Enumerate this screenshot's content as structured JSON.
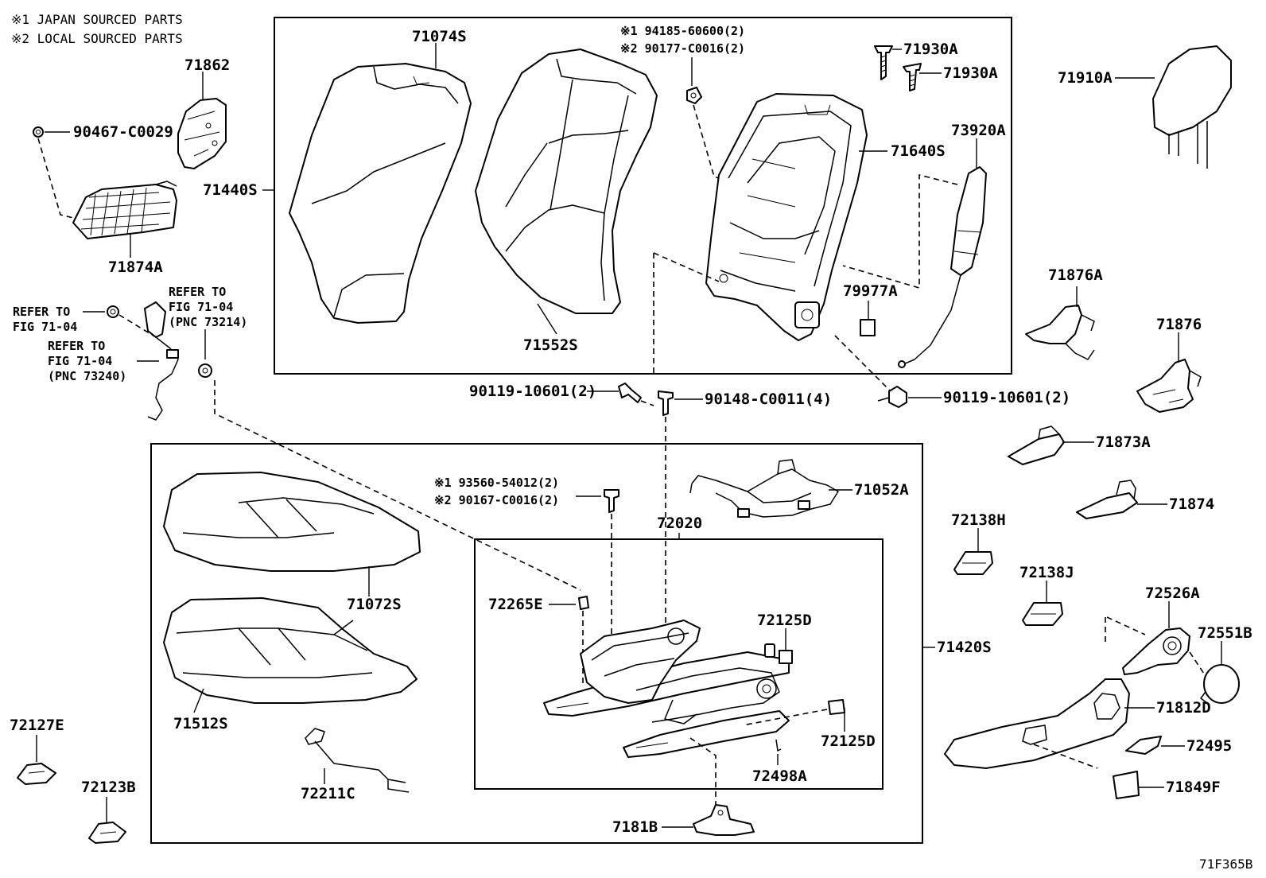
{
  "legend": {
    "note1": "※1 JAPAN SOURCED PARTS",
    "note2": "※2 LOCAL SOURCED PARTS"
  },
  "diagram_code": "71F365B",
  "parts": {
    "p71074S": "71074S",
    "p71862": "71862",
    "p90467": "90467-C0029",
    "p71874A": "71874A",
    "p71440S": "71440S",
    "p71552S": "71552S",
    "p94185": "※1 94185-60600(2)",
    "p90177": "※2 90177-C0016(2)",
    "p71930A_1": "71930A",
    "p71930A_2": "71930A",
    "p71910A": "71910A",
    "p71640S": "71640S",
    "p73920A": "73920A",
    "p79977A": "79977A",
    "p71876A": "71876A",
    "p71876": "71876",
    "p71873A": "71873A",
    "p71874": "71874",
    "p90119_l": "90119-10601(2)",
    "p90148": "90148-C0011(4)",
    "p90119_r": "90119-10601(2)",
    "p93560": "※1 93560-54012(2)",
    "p90167": "※2 90167-C0016(2)",
    "p71052A": "71052A",
    "p72020": "72020",
    "p72138H": "72138H",
    "p72138J": "72138J",
    "p72265E": "72265E",
    "p72125D_1": "72125D",
    "p72125D_2": "72125D",
    "p72526A": "72526A",
    "p72551B": "72551B",
    "p71420S": "71420S",
    "p71072S": "71072S",
    "p71512S": "71512S",
    "p71812D": "71812D",
    "p72495": "72495",
    "p71849F": "71849F",
    "p72127E": "72127E",
    "p72123B": "72123B",
    "p72211C": "72211C",
    "p72498A": "72498A",
    "p7181B": "7181B"
  },
  "refs": {
    "ref1_line1": "REFER TO",
    "ref1_line2": "FIG 71-04",
    "ref2_line1": "REFER TO",
    "ref2_line2": "FIG 71-04",
    "ref2_line3": "(PNC 73214)",
    "ref3_line1": "REFER TO",
    "ref3_line2": "FIG 71-04",
    "ref3_line3": "(PNC 73240)"
  }
}
